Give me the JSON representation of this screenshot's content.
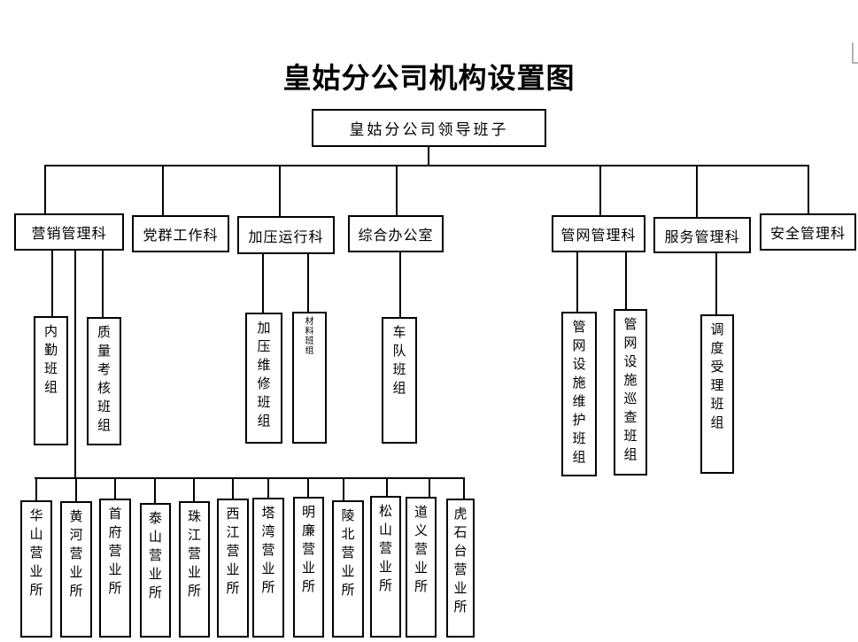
{
  "title": "皇姑分公司机构设置图",
  "root": {
    "label": "皇姑分公司领导班子"
  },
  "departments": [
    {
      "label": "营销管理科"
    },
    {
      "label": "党群工作科"
    },
    {
      "label": "加压运行科"
    },
    {
      "label": "综合办公室"
    },
    {
      "label": "管网管理科"
    },
    {
      "label": "服务管理科"
    },
    {
      "label": "安全管理科"
    }
  ],
  "teams": [
    {
      "label": "内勤班组"
    },
    {
      "label": "质量考核班组"
    },
    {
      "label": "加压维修班组"
    },
    {
      "label": "材料班组"
    },
    {
      "label": "车队班组"
    },
    {
      "label": "管网设施维护班组"
    },
    {
      "label": "管网设施巡查班组"
    },
    {
      "label": "调度受理班组"
    }
  ],
  "offices": [
    {
      "label": "华山营业所"
    },
    {
      "label": "黄河营业所"
    },
    {
      "label": "首府营业所"
    },
    {
      "label": "泰山营业所"
    },
    {
      "label": "珠江营业所"
    },
    {
      "label": "西江营业所"
    },
    {
      "label": "塔湾营业所"
    },
    {
      "label": "明廉营业所"
    },
    {
      "label": "陵北营业所"
    },
    {
      "label": "松山营业所"
    },
    {
      "label": "道义营业所"
    },
    {
      "label": "虎石台营业所"
    }
  ],
  "colors": {
    "line": "#000000",
    "background": "#ffffff",
    "corner_mark": "#b3b3b3"
  }
}
